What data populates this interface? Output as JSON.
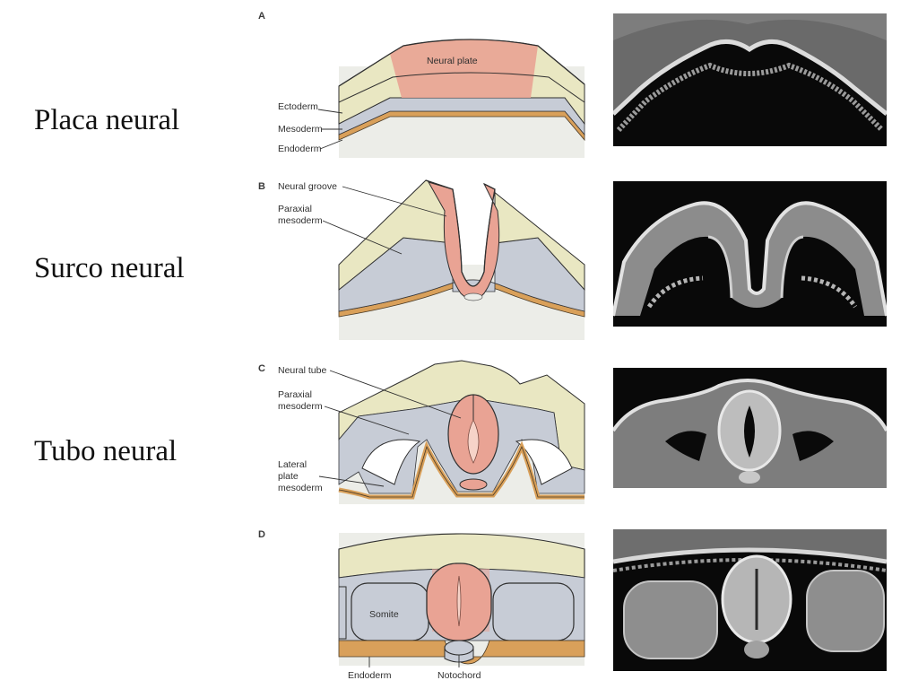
{
  "stages": {
    "plate": {
      "title": "Placa neural",
      "panel": "A",
      "labels": {
        "neural_plate": "Neural plate",
        "ectoderm": "Ectoderm",
        "mesoderm": "Mesoderm",
        "endoderm": "Endoderm"
      }
    },
    "groove": {
      "title": "Surco neural",
      "panel": "B",
      "labels": {
        "neural_groove": "Neural groove",
        "paraxial_1": "Paraxial",
        "paraxial_2": "mesoderm"
      }
    },
    "tube": {
      "title": "Tubo neural",
      "panel": "C",
      "labels": {
        "neural_tube": "Neural tube",
        "paraxial_1": "Paraxial",
        "paraxial_2": "mesoderm",
        "lateral_1": "Lateral",
        "lateral_2": "plate",
        "lateral_3": "mesoderm"
      }
    },
    "somite": {
      "panel": "D",
      "labels": {
        "somite": "Somite",
        "endoderm": "Endoderm",
        "notochord": "Notochord"
      }
    }
  },
  "colors": {
    "ectoderm": "#e9e7c2",
    "neural_tissue": "#e9a394",
    "mesoderm": "#c7ccd6",
    "endoderm": "#d9a05a",
    "background_tissue": "#ecede8",
    "micrograph": "#090909"
  }
}
